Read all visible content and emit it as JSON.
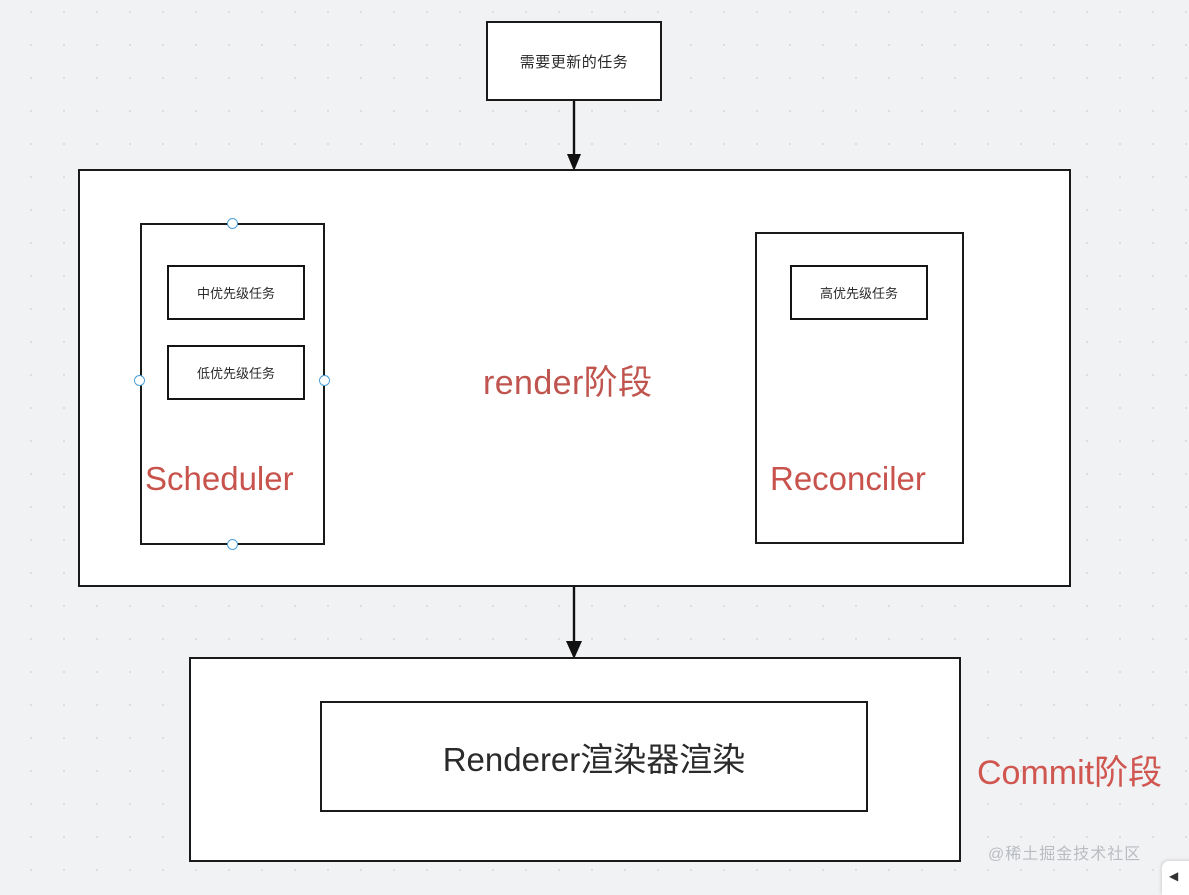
{
  "canvas": {
    "background_color": "#f1f2f4",
    "grid_dot_color": "#dcdee1",
    "grid_spacing": 33
  },
  "colors": {
    "accent_red": "#c8534d",
    "stroke_black": "#1a1a1a",
    "handle_blue": "#4a9fd8",
    "watermark_gray": "#b9bcc1"
  },
  "nodes": {
    "top_task": {
      "label": "需要更新的任务"
    },
    "render_stage": {
      "label": "render阶段"
    },
    "scheduler": {
      "label": "Scheduler",
      "tasks": [
        {
          "label": "中优先级任务"
        },
        {
          "label": "低优先级任务"
        }
      ]
    },
    "reconciler": {
      "label": "Reconciler",
      "tasks": [
        {
          "label": "高优先级任务"
        }
      ]
    },
    "commit_stage": {
      "label": "Commit阶段",
      "renderer": {
        "label": "Renderer渲染器渲染"
      }
    }
  },
  "arrows": [
    {
      "name": "top-to-render",
      "direction": "down"
    },
    {
      "name": "render-to-commit",
      "direction": "down"
    }
  ],
  "selection": {
    "target": "Scheduler",
    "handles": [
      "top",
      "bottom",
      "left",
      "right"
    ]
  },
  "watermark": {
    "text": "@稀土掘金技术社区"
  },
  "corner_widget": {
    "icon": "chevron-left-icon",
    "glyph": "◀"
  }
}
